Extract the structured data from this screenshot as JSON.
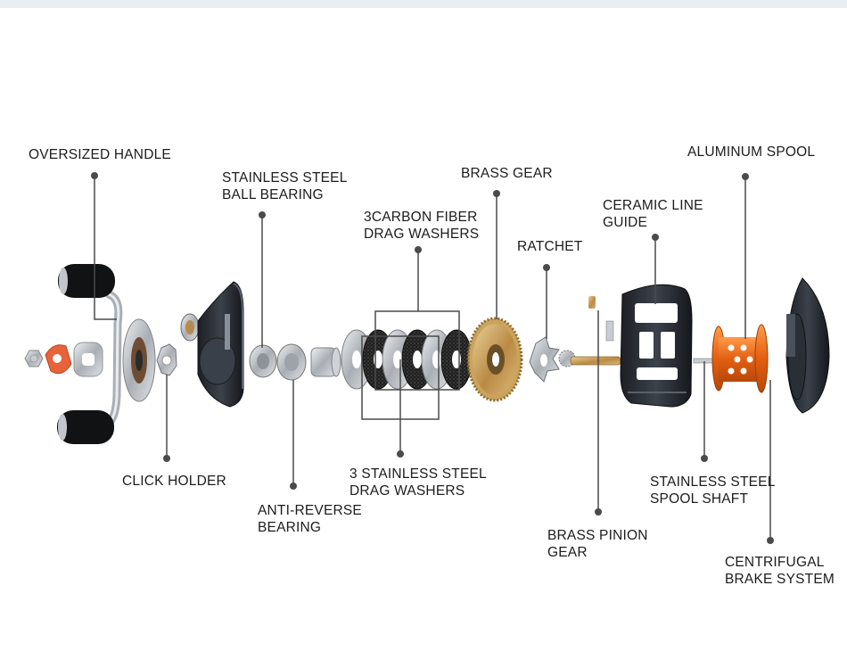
{
  "callouts": [
    {
      "id": "oversized-handle",
      "lines": [
        "OVERSIZED HANDLE"
      ]
    },
    {
      "id": "stainless-ball-bearing",
      "lines": [
        "STAINLESS STEEL",
        "BALL BEARING"
      ]
    },
    {
      "id": "carbon-drag-washers",
      "lines": [
        "3CARBON FIBER",
        "DRAG WASHERS"
      ]
    },
    {
      "id": "brass-gear",
      "lines": [
        "BRASS GEAR"
      ]
    },
    {
      "id": "ratchet",
      "lines": [
        "RATCHET"
      ]
    },
    {
      "id": "ceramic-line-guide",
      "lines": [
        "CERAMIC LINE",
        "GUIDE"
      ]
    },
    {
      "id": "aluminum-spool",
      "lines": [
        "ALUMINUM SPOOL"
      ]
    },
    {
      "id": "click-holder",
      "lines": [
        "CLICK HOLDER"
      ]
    },
    {
      "id": "anti-reverse-bearing",
      "lines": [
        "ANTI-REVERSE",
        "BEARING"
      ]
    },
    {
      "id": "stainless-drag-washers",
      "lines": [
        "3 STAINLESS STEEL",
        "DRAG WASHERS"
      ]
    },
    {
      "id": "brass-pinion-gear",
      "lines": [
        "BRASS PINION",
        "GEAR"
      ]
    },
    {
      "id": "stainless-spool-shaft",
      "lines": [
        "STAINLESS STEEL",
        "SPOOL SHAFT"
      ]
    },
    {
      "id": "centrifugal-brake",
      "lines": [
        "CENTRIFUGAL",
        "BRAKE SYSTEM"
      ]
    }
  ],
  "colors": {
    "leader": "#4a4a4a",
    "brass": "#c8a25a",
    "spool_orange": "#ee6a1c",
    "body_dark": "#2b2f36",
    "steel": "#b9bec4",
    "carbon": "#222222"
  }
}
